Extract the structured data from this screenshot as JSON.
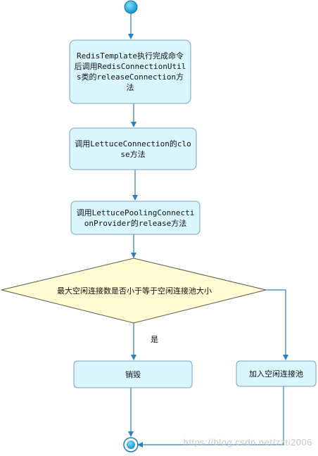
{
  "nodes": {
    "step1": "RedisTemplate执行完成命令后调用RedisConnectionUtils类的releaseConnection方法",
    "step2": "调用LettuceConnection的close方法",
    "step3": "调用LettucePoolingConnectionProvider的release方法",
    "decision": "最大空闲连接数是否小于等于空闲连接池大小",
    "destroy": "销毁",
    "add_pool": "加入空闲连接池"
  },
  "edge_labels": {
    "yes": "是"
  },
  "watermark": "https://blog.csdn.net/zzti2006",
  "colors": {
    "line": "#2a7fbf",
    "box_fill": "#d8f6fb",
    "box_stroke": "#7aa0c8",
    "diamond_fill": "#fffbd3",
    "diamond_stroke": "#5a5a4a",
    "dot": "#1aa0d8"
  }
}
